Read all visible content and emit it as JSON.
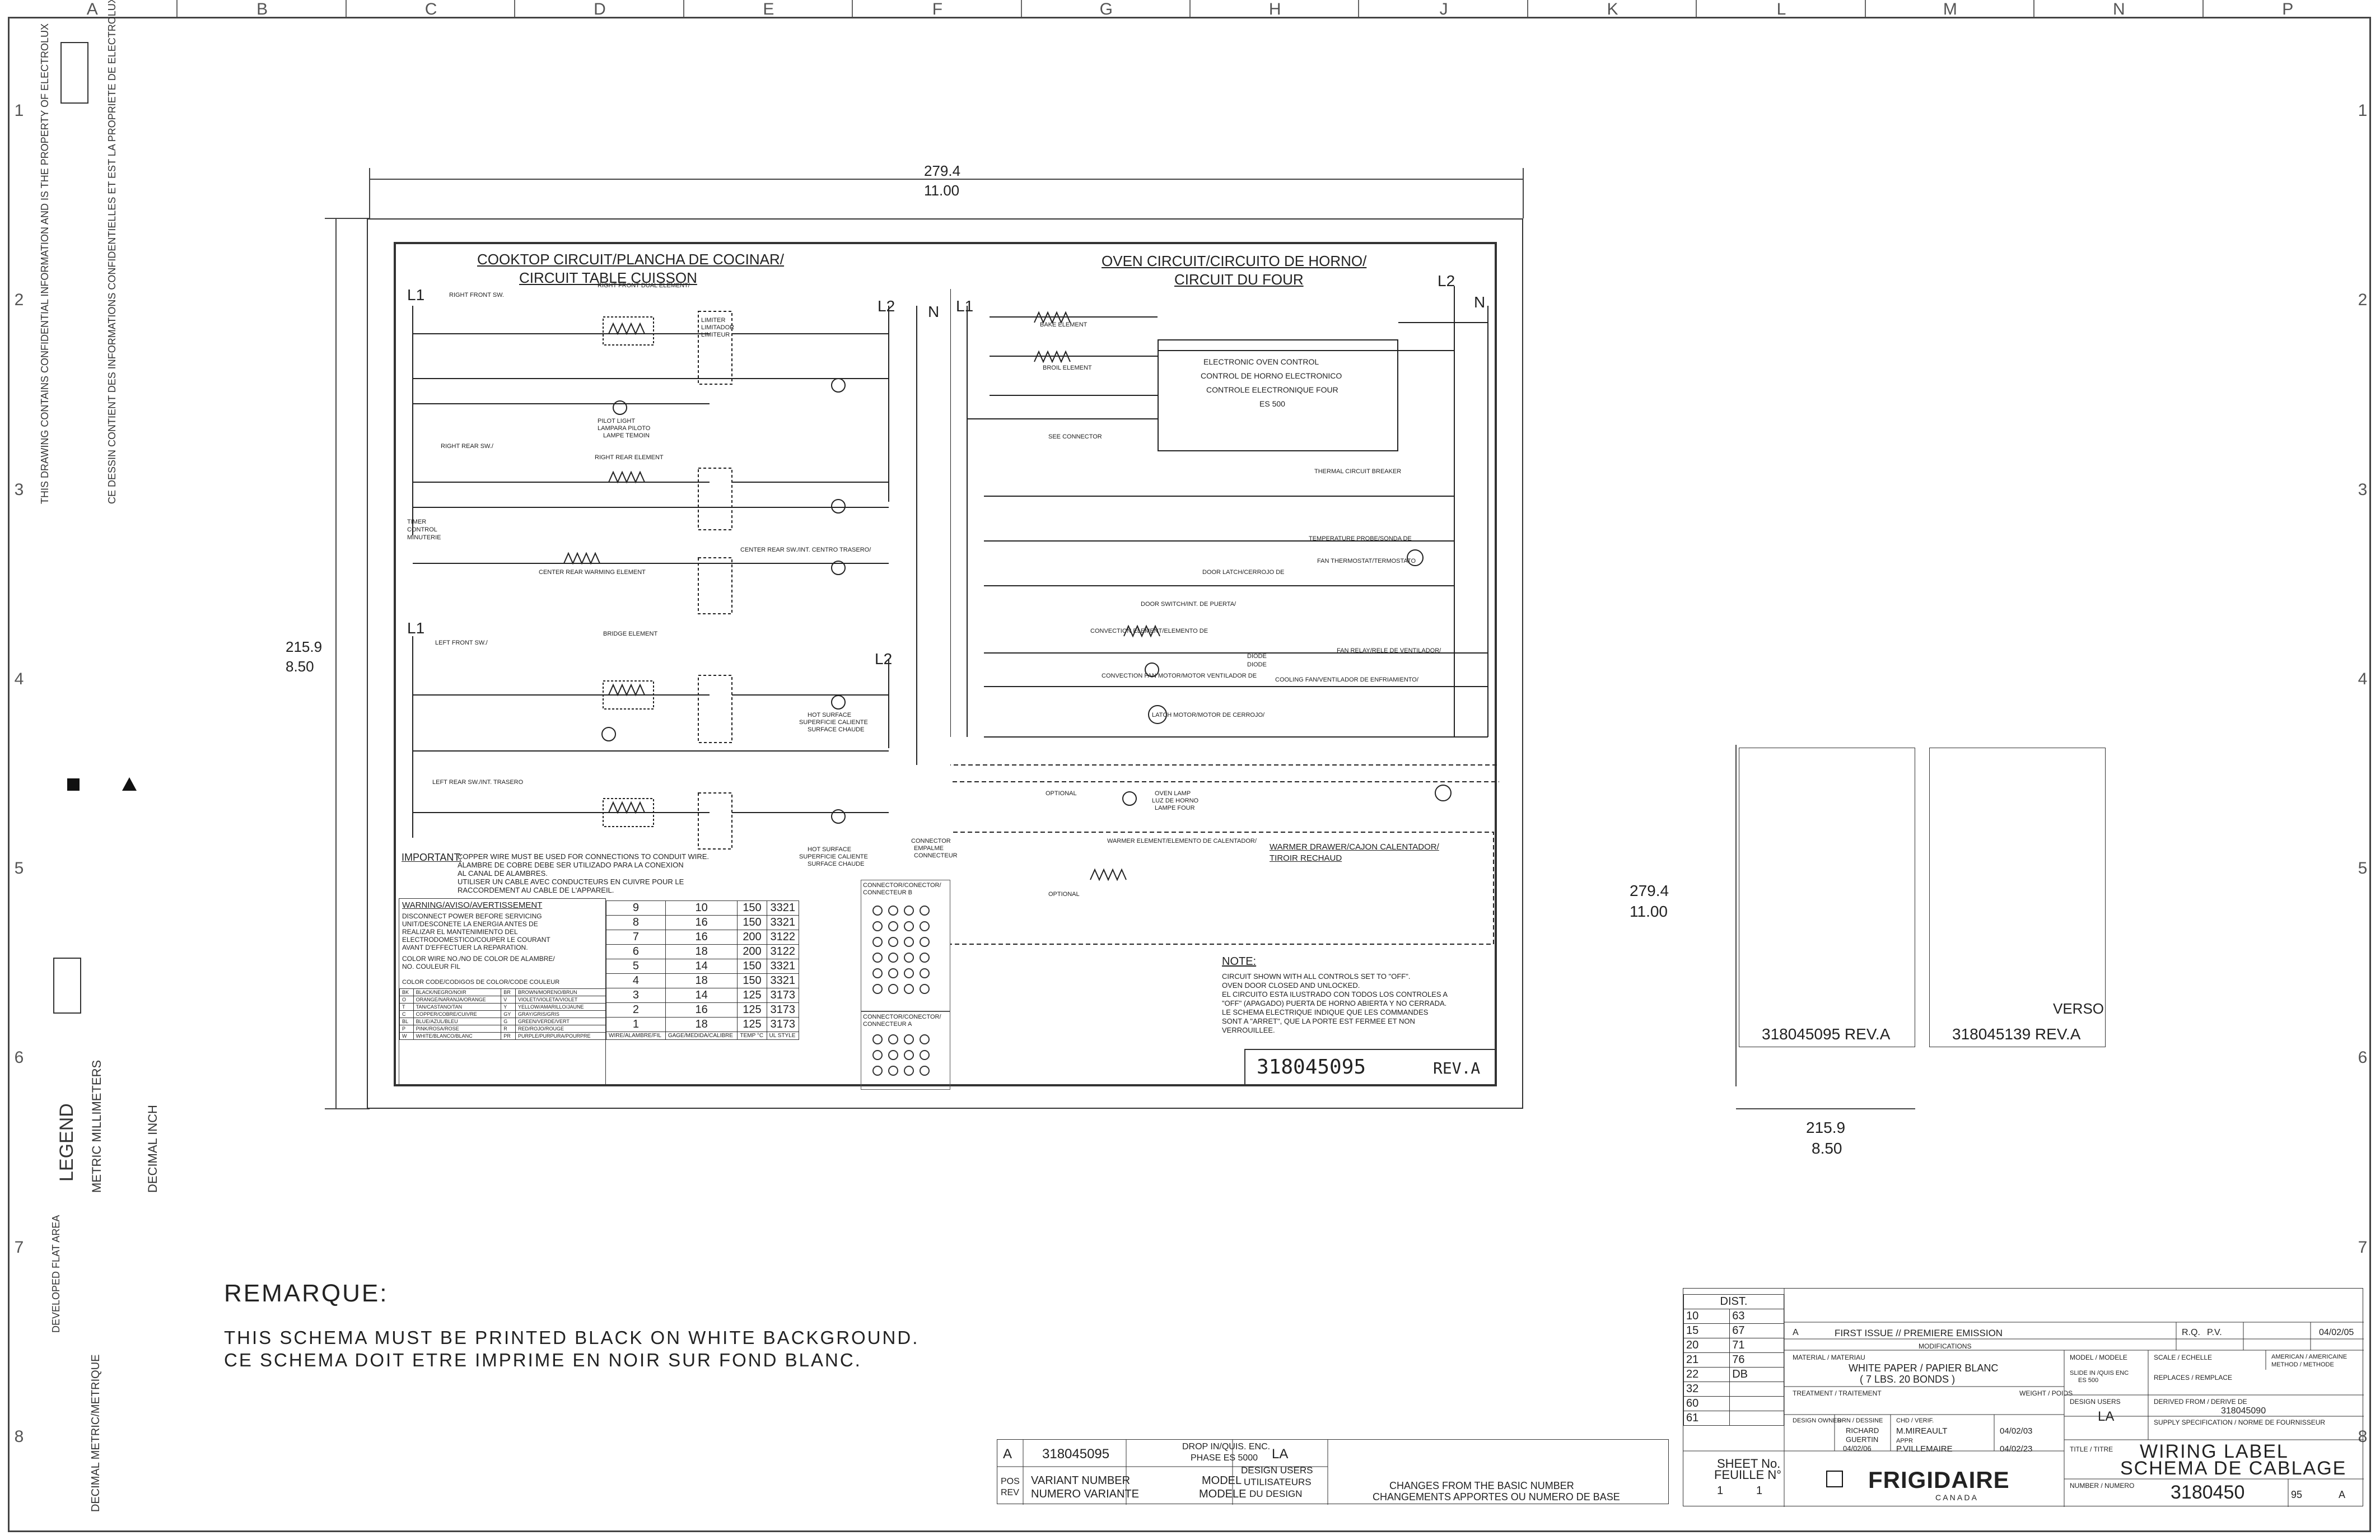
{
  "grid": {
    "columns": [
      "A",
      "B",
      "C",
      "D",
      "E",
      "F",
      "G",
      "H",
      "J",
      "K",
      "L",
      "M",
      "N",
      "P"
    ],
    "rows": [
      "1",
      "2",
      "3",
      "4",
      "5",
      "6",
      "7",
      "8"
    ]
  },
  "side_notes": {
    "confidential": "THIS DRAWING CONTAINS CONFIDENTIAL INFORMATION AND IS THE PROPERTY OF ELECTROLUX",
    "confidential_fr": "CE DESSIN CONTIENT DES INFORMATIONS CONFIDENTIELLES ET EST LA PROPRIETE DE ELECTROLUX",
    "legend": "LEGEND",
    "legend_sub1": "METRIC MILLIMETERS",
    "legend_sub2": "DECIMAL INCH",
    "developed_flat": "DEVELOPED FLAT AREA",
    "decimal_metric": "DECIMAL METRIC/METRIQUE"
  },
  "dimensions": {
    "width_mm": "279.4",
    "width_in": "11.00",
    "height_mm": "215.9",
    "height_in": "8.50"
  },
  "cooktop": {
    "title1": "COOKTOP CIRCUIT/PLANCHA DE COCINAR/",
    "title2": "CIRCUIT TABLE CUISSON",
    "l1": "L1",
    "l2": "L2",
    "n": "N",
    "right_front_elem": "RIGHT FRONT DUAL ELEMENT/",
    "right_front_sw": "RIGHT FRONT SW.",
    "pilot_light": "PILOT LIGHT",
    "pilot_light_es": "LAMPARA PILOTO",
    "pilot_light_fr": "LAMPE TEMOIN",
    "right_rear_elem": "RIGHT REAR ELEMENT",
    "right_rear_sw": "RIGHT REAR SW./",
    "timer": "TIMER",
    "timer_control": "CONTROL",
    "timer_fr": "MINUTERIE",
    "center_rear_elem": "CENTER REAR WARMING ELEMENT",
    "center_rear_sw": "CENTER REAR SW./INT. CENTRO TRASERO/",
    "hot_surface": "HOT SURFACE",
    "hot_surface_es": "SUPERFICIE CALIENTE",
    "hot_surface_fr": "SURFACE CHAUDE",
    "left_front_sw": "LEFT FRONT SW./",
    "left_rear_sw": "LEFT REAR SW./INT. TRASERO",
    "bridge_elem": "BRIDGE ELEMENT",
    "limiter": "LIMITER",
    "limitador": "LIMITADOR",
    "limiteur": "LIMITEUR"
  },
  "oven": {
    "title1": "OVEN CIRCUIT/CIRCUITO DE HORNO/",
    "title2": "CIRCUIT DU FOUR",
    "l1": "L1",
    "l2": "L2",
    "n": "N",
    "bake": "BAKE ELEMENT",
    "broil": "BROIL ELEMENT",
    "control1": "ELECTRONIC OVEN CONTROL",
    "control2": "CONTROL DE HORNO ELECTRONICO",
    "control3": "CONTROLE ELECTRONIQUE FOUR",
    "control4": "ES 500",
    "see_connector": "SEE CONNECTOR",
    "thermal_breaker": "THERMAL CIRCUIT BREAKER",
    "temp_probe": "TEMPERATURE PROBE/SONDA DE",
    "fan_thermostat": "FAN THERMOSTAT/TERMOSTATO",
    "door_latch": "DOOR LATCH/CERROJO DE",
    "door_switch": "DOOR SWITCH/INT. DE PUERTA/",
    "convection": "CONVECTION ELEMENT/ELEMENTO DE",
    "convection_fan": "CONVECTION FAN MOTOR/MOTOR VENTILADOR DE",
    "diode": "DIODE",
    "fan_relay": "FAN RELAY/RELE DE VENTILADOR/",
    "cooling_fan": "COOLING FAN/VENTILADOR DE ENFRIAMIENTO/",
    "latch_motor": "LATCH MOTOR/MOTOR DE CERROJO/",
    "oven_lamp": "OVEN LAMP",
    "oven_lamp_es": "LUZ DE HORNO",
    "oven_lamp_fr": "LAMPE FOUR",
    "optional": "OPTIONAL",
    "warmer_title": "WARMER DRAWER/CAJON CALENTADOR/",
    "warmer_title2": "TIROIR RECHAUD",
    "warmer_elem": "WARMER ELEMENT/ELEMENTO DE CALENTADOR/"
  },
  "important": {
    "label": "IMPORTANT:",
    "text1": "COPPER WIRE MUST BE USED FOR CONNECTIONS TO CONDUIT WIRE.",
    "text2": "ALAMBRE DE COBRE DEBE SER UTILIZADO PARA LA CONEXION",
    "text3": "AL CANAL DE ALAMBRES.",
    "text4": "UTILISER UN CABLE AVEC CONDUCTEURS EN CUIVRE POUR LE",
    "text5": "RACCORDEMENT AU CABLE DE L'APPAREIL."
  },
  "warning": {
    "title": "WARNING/AVISO/AVERTISSEMENT",
    "line1": "DISCONNECT POWER BEFORE SERVICING",
    "line2": "UNIT/DESCONETE LA ENERGIA ANTES DE",
    "line3": "REALIZAR EL MANTENIMIENTO DEL",
    "line4": "ELECTRODOMESTICO/COUPER LE COURANT",
    "line5": "AVANT D'EFFECTUER LA REPARATION.",
    "color_wire": "COLOR WIRE NO./NO DE COLOR DE ALAMBRE/",
    "color_wire2": "NO. COULEUR FIL",
    "color_code": "COLOR CODE/CODIGOS DE COLOR/CODE COULEUR"
  },
  "gauge_table": {
    "headers": [
      "WIRE/ALAMBRE/FIL",
      "GAGE/MEDIDA/CALIBRE",
      "TEMP °C",
      "UL STYLE"
    ],
    "rows": [
      [
        "9",
        "10",
        "150",
        "3321"
      ],
      [
        "8",
        "16",
        "150",
        "3321"
      ],
      [
        "7",
        "16",
        "200",
        "3122"
      ],
      [
        "6",
        "18",
        "200",
        "3122"
      ],
      [
        "5",
        "14",
        "150",
        "3321"
      ],
      [
        "4",
        "18",
        "150",
        "3321"
      ],
      [
        "3",
        "14",
        "125",
        "3173"
      ],
      [
        "2",
        "16",
        "125",
        "3173"
      ],
      [
        "1",
        "18",
        "125",
        "3173"
      ]
    ]
  },
  "color_codes": [
    [
      "BK",
      "BLACK/NEGRO/NOIR",
      "BR",
      "BROWN/MORENO/BRUN"
    ],
    [
      "O",
      "ORANGE/NARANJA/ORANGE",
      "V",
      "VIOLET/VIOLETA/VIOLET"
    ],
    [
      "T",
      "TAN/CASTANO/TAN",
      "Y",
      "YELLOW/AMARILLO/JAUNE"
    ],
    [
      "C",
      "COPPER/COBRE/CUIVRE",
      "GY",
      "GRAY/GRIS/GRIS"
    ],
    [
      "BL",
      "BLUE/AZUL/BLEU",
      "G",
      "GREEN/VERDE/VERT"
    ],
    [
      "P",
      "PINK/ROSA/ROSE",
      "R",
      "RED/ROJO/ROUGE"
    ],
    [
      "W",
      "WHITE/BLANCO/BLANC",
      "PR",
      "PURPLE/PURPURA/POURPRE"
    ]
  ],
  "connector": {
    "label": "CONNECTOR",
    "label_es": "EMPALME",
    "label_fr": "CONNECTEUR",
    "b": "CONNECTOR/CONECTOR/",
    "b2": "CONNECTEUR B",
    "a": "CONNECTOR/CONECTOR/",
    "a2": "CONNECTEUR A",
    "limiter": "LIMITER/LIMITADOR/"
  },
  "note": {
    "title": "NOTE:",
    "line1": "CIRCUIT SHOWN WITH ALL CONTROLS SET TO \"OFF\".",
    "line2": "OVEN DOOR CLOSED AND UNLOCKED.",
    "line3": "EL CIRCUITO ESTA ILUSTRADO CON TODOS LOS CONTROLES A",
    "line4": "\"OFF\" (APAGADO) PUERTA DE HORNO ABIERTA Y NO CERRADA.",
    "line5": "LE SCHEMA ELECTRIQUE INDIQUE QUE LES COMMANDES",
    "line6": "SONT A \"ARRET\", QUE LA PORTE EST FERMEE ET NON",
    "line7": "VERROUILLEE."
  },
  "label_part": {
    "number": "318045095",
    "rev": "REV.A"
  },
  "right_labels": {
    "dim_w_mm": "279.4",
    "dim_w_in": "11.00",
    "dim_h_mm": "215.9",
    "dim_h_in": "8.50",
    "label1": "318045095 REV.A",
    "label2": "318045139 REV.A",
    "verso": "VERSO"
  },
  "remarque": {
    "title": "REMARQUE:",
    "line1": "THIS SCHEMA MUST BE PRINTED BLACK ON WHITE BACKGROUND.",
    "line2": "CE SCHEMA DOIT ETRE IMPRIME EN NOIR SUR FOND BLANC."
  },
  "variant_block": {
    "rev": "A",
    "number": "318045095",
    "drop": "DROP IN/QUIS. ENC.",
    "phase": "PHASE ES 5000",
    "la": "LA",
    "pos": "POS",
    "rev_lbl": "REV",
    "variant_number": "VARIANT NUMBER",
    "variant_fr": "NUMERO VARIANTE",
    "model": "MODEL",
    "model_fr": "MODELE",
    "design_users": "DESIGN USERS",
    "design_users2": "UTILISATEURS",
    "design_users3": "DU DESIGN",
    "changes": "CHANGES FROM THE BASIC NUMBER",
    "changes_fr": "CHANGEMENTS APPORTES OU NUMERO DE BASE"
  },
  "dist_table": {
    "title": "DIST.",
    "rows": [
      [
        "10",
        "63"
      ],
      [
        "15",
        "67"
      ],
      [
        "20",
        "71"
      ],
      [
        "21",
        "76"
      ],
      [
        "22",
        "DB"
      ],
      [
        "32",
        ""
      ],
      [
        "60",
        ""
      ],
      [
        "61",
        ""
      ]
    ]
  },
  "title_block": {
    "first_issue": "FIRST ISSUE // PREMIERE EMISSION",
    "rev": "A",
    "rq": "R.Q.",
    "pv": "P.V.",
    "date": "04/02/05",
    "modifications": "MODIFICATIONS",
    "material": "MATERIAL / MATERIAU",
    "paper": "WHITE PAPER / PAPIER BLANC",
    "paper2": "( 7 LBS. 20 BONDS )",
    "treatment": "TREATMENT / TRAITEMENT",
    "model_lbl": "MODEL / MODELE",
    "model_val": "SLIDE IN /QUIS ENC",
    "model_val2": "ES 500",
    "scale": "SCALE / ECHELLE",
    "replaces": "REPLACES / REMPLACE",
    "weight": "WEIGHT / POIDS",
    "design_users": "DESIGN USERS",
    "la": "LA",
    "derived": "DERIVED FROM / DERIVE DE",
    "derived_val": "318045090",
    "supply": "SUPPLY SPECIFICATION / NORME DE FOURNISSEUR",
    "design_owner": "DESIGN OWNER",
    "drn": "DRN / DESSINE",
    "drn_val": "RICHARD",
    "drn_val2": "GUERTIN",
    "chd": "CHD / VERIF.",
    "chd_val": "M.MIREAULT",
    "appr": "APPR",
    "appr_val": "P.VILLEMAIRE",
    "date1": "04/02/03",
    "date2": "04/02/23",
    "date3": "04/02/06",
    "sheet": "SHEET No.",
    "sheet_fr": "FEUILLE N°",
    "sheet_val": "1",
    "sheet_of": "1",
    "brand": "FRIGIDAIRE",
    "brand_sub": "C A N A D A",
    "title_lbl": "TITLE / TITRE",
    "title1": "WIRING LABEL",
    "title2": "SCHEMA DE CABLAGE",
    "number_lbl": "NUMBER / NUMERO",
    "number": "3180450",
    "variant": "95",
    "variant_rev": "A",
    "american": "AMERICAN / AMERICAINE",
    "method": "METHOD / METHODE"
  }
}
